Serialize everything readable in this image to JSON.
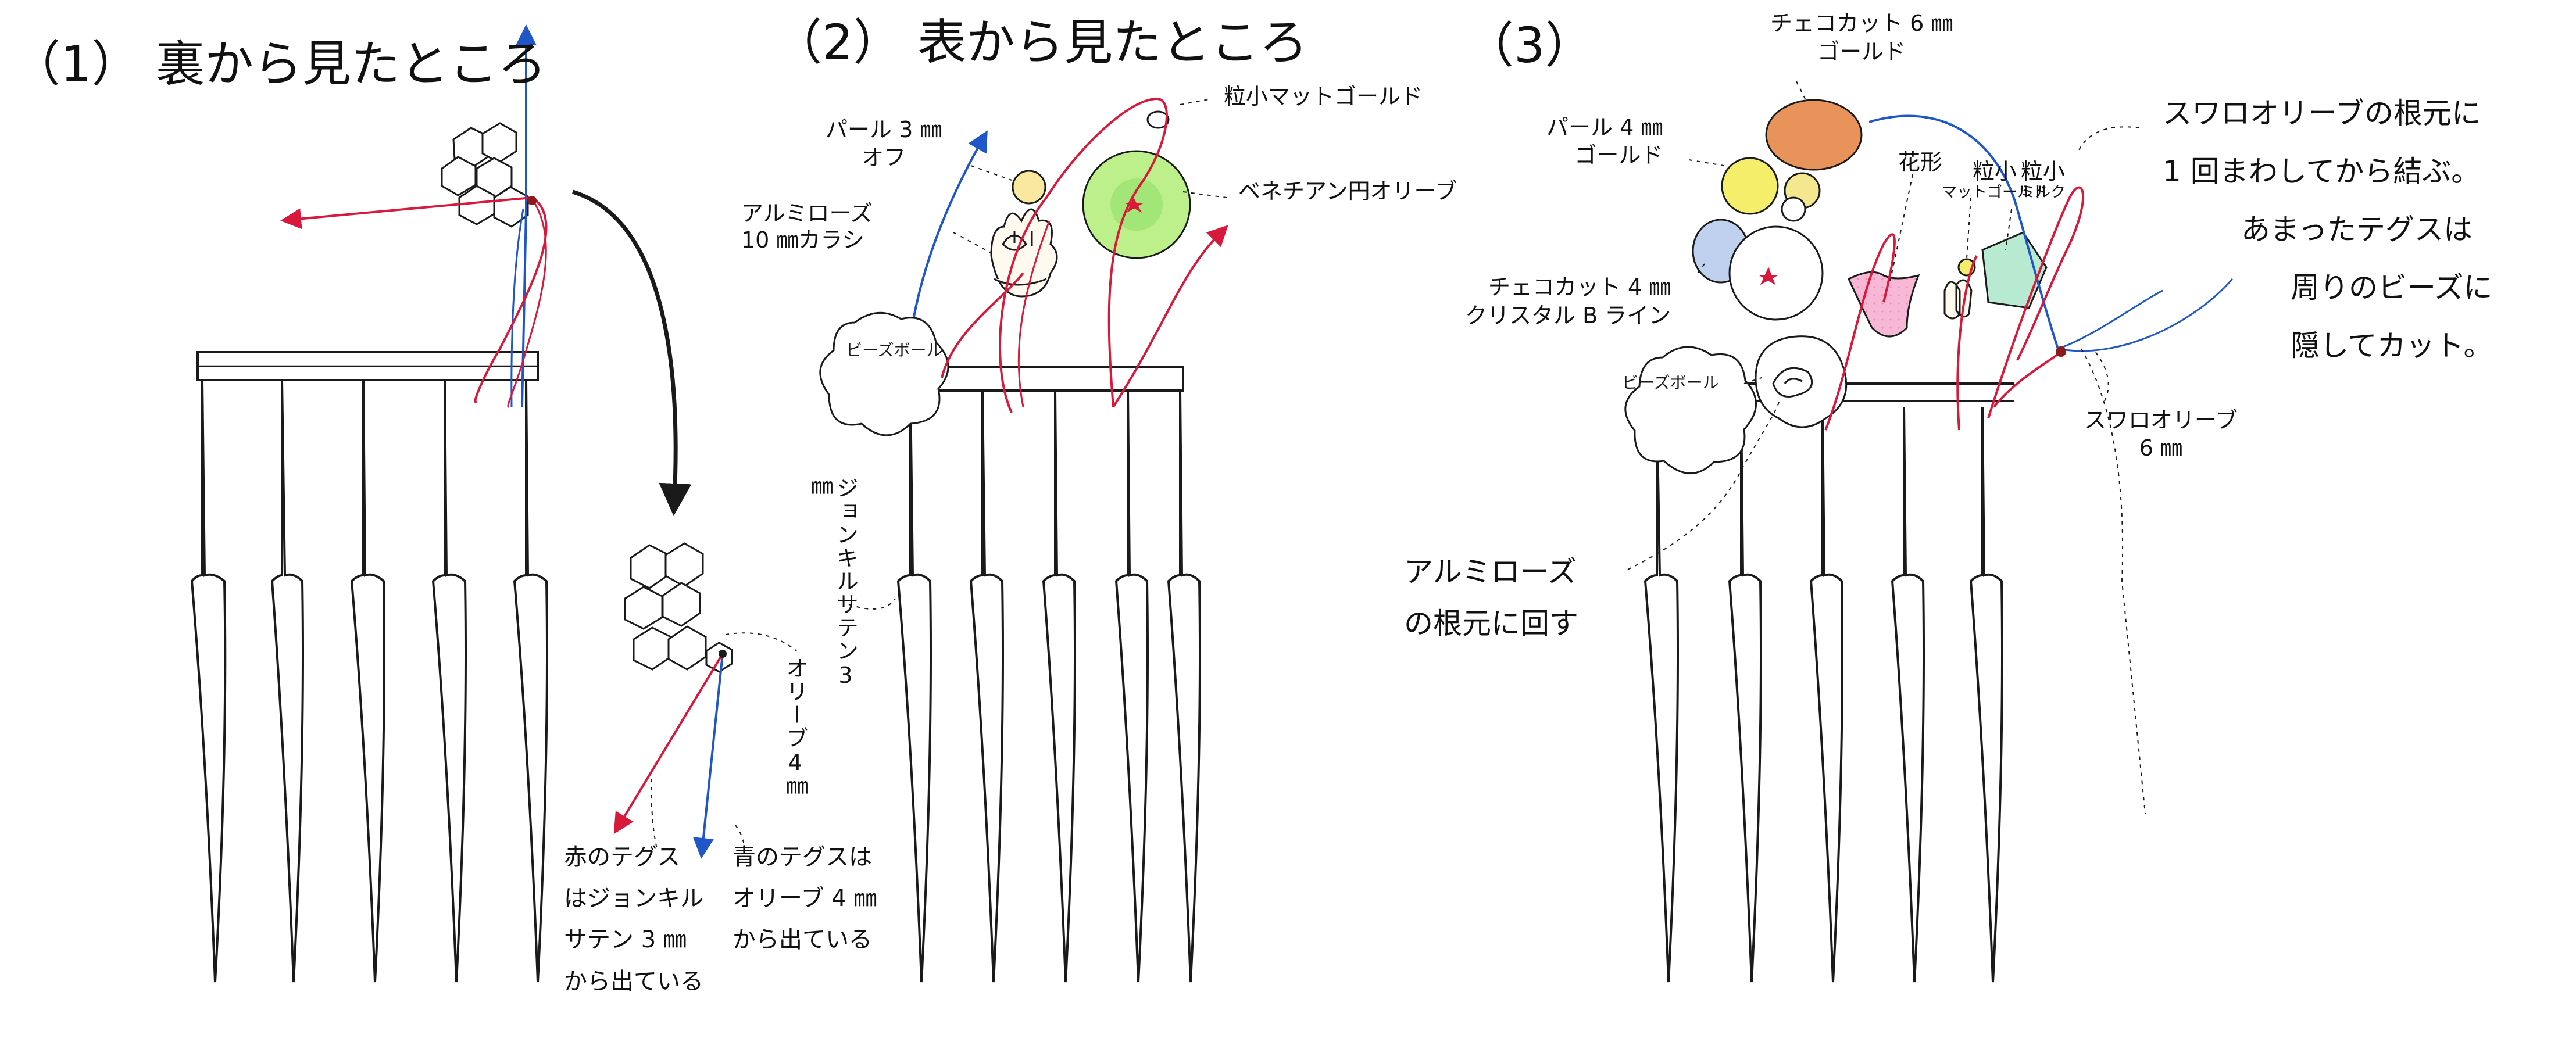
{
  "panels": [
    {
      "heading": "（1） 裏から見たところ"
    },
    {
      "heading": "（2） 表から見たところ"
    },
    {
      "heading": "（3）"
    }
  ],
  "panel1": {
    "vertical_label_1": "ジョンキルサテン3㎜",
    "vertical_label_2": "オリーブ4㎜",
    "red_note": [
      "赤のテグス",
      "はジョンキル",
      "サテン 3 ㎜",
      "から出ている"
    ],
    "blue_note": [
      "青のテグスは",
      "オリーブ 4 ㎜",
      "から出ている"
    ]
  },
  "panel2": {
    "pearl": [
      "パール 3 ㎜",
      "オフ"
    ],
    "seed_gold": "粒小マットゴールド",
    "rose": [
      "アルミローズ",
      "10 ㎜カラシ"
    ],
    "venetian": "ベネチアン円オリーブ",
    "beads_ball": "ビーズボール"
  },
  "panel3": {
    "czech6": [
      "チェコカット 6 ㎜",
      "ゴールド"
    ],
    "pearl4": [
      "パール 4 ㎜",
      "ゴールド"
    ],
    "flower": "花形",
    "seed_matte": [
      "粒小",
      "マットゴールド"
    ],
    "seed_milk": [
      "粒小",
      "ミルク"
    ],
    "czech4": [
      "チェコカット 4 ㎜",
      "クリスタル B ライン"
    ],
    "beads_ball": "ビーズボール",
    "swaro": [
      "スワロオリーブ",
      "6 ㎜"
    ],
    "rose_note": [
      "アルミローズ",
      "の根元に回す"
    ],
    "tie_note": [
      "スワロオリーブの根元に",
      "1 回まわしてから結ぶ。",
      "あまったテグスは",
      "周りのビーズに",
      "隠してカット。"
    ]
  },
  "colors": {
    "red": "#d8193c",
    "blue": "#1f57c9",
    "ink": "#1a1a1a"
  }
}
